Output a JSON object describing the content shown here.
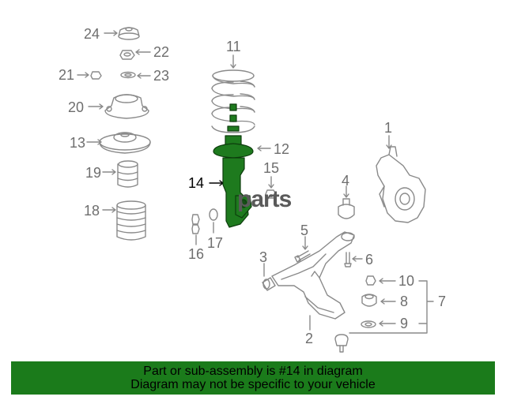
{
  "diagram": {
    "watermark": "parts",
    "highlighted_part": "14",
    "callouts": {
      "c1": "1",
      "c2": "2",
      "c3": "3",
      "c4": "4",
      "c5": "5",
      "c6": "6",
      "c7": "7",
      "c8": "8",
      "c9": "9",
      "c10": "10",
      "c11": "11",
      "c12": "12",
      "c13": "13",
      "c14": "14",
      "c15": "15",
      "c16": "16",
      "c17": "17",
      "c18": "18",
      "c19": "19",
      "c20": "20",
      "c21": "21",
      "c22": "22",
      "c23": "23",
      "c24": "24"
    }
  },
  "banner": {
    "line1": "Part or sub-assembly is #14 in diagram",
    "line2": "Diagram may not be specific to your vehicle"
  },
  "colors": {
    "banner_bg": "#1b7b1b",
    "highlight_part": "#1e7a1e",
    "line_art": "#8a8a8a"
  }
}
